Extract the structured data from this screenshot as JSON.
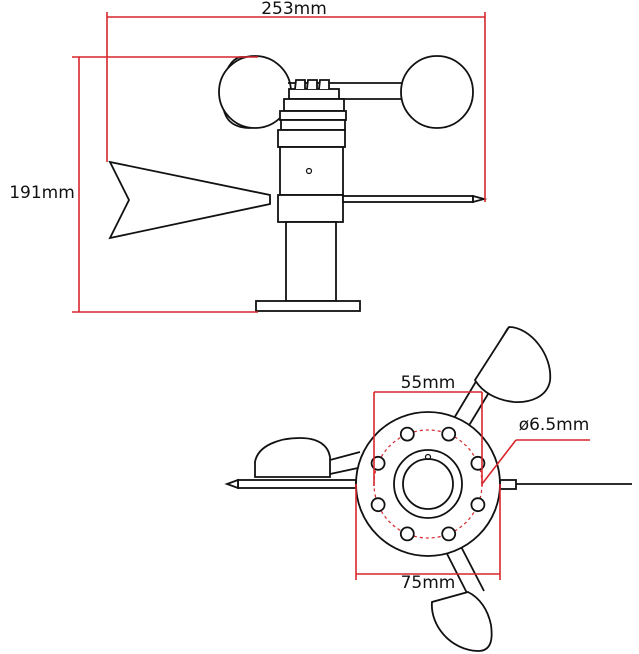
{
  "dimensions": {
    "width_label": "253mm",
    "height_label": "191mm",
    "bolt_circle_label": "55mm",
    "hole_diameter_label": "ø6.5mm",
    "flange_diameter_label": "75mm"
  },
  "colors": {
    "dimension_line": "#d7262c",
    "outline": "#111111",
    "background": "#ffffff"
  }
}
